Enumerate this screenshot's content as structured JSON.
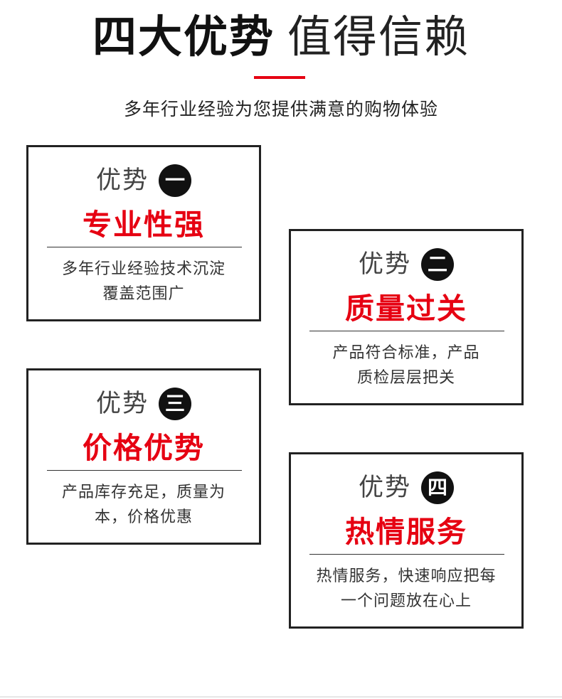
{
  "header": {
    "title_bold": "四大优势",
    "title_light": "值得信赖",
    "subtitle": "多年行业经验为您提供满意的购物体验"
  },
  "cards": [
    {
      "label": "优势",
      "number": "一",
      "title": "专业性强",
      "desc_line1": "多年行业经验技术沉淀",
      "desc_line2": "覆盖范围广"
    },
    {
      "label": "优势",
      "number": "二",
      "title": "质量过关",
      "desc_line1": "产品符合标准，产品",
      "desc_line2": "质检层层把关"
    },
    {
      "label": "优势",
      "number": "三",
      "title": "价格优势",
      "desc_line1": "产品库存充足，质量为",
      "desc_line2": "本，价格优惠"
    },
    {
      "label": "优势",
      "number": "四",
      "title": "热情服务",
      "desc_line1": "热情服务，快速响应把每",
      "desc_line2": "一个问题放在心上"
    }
  ],
  "colors": {
    "accent_red": "#e60012",
    "border_dark": "#222222",
    "badge_black": "#111111"
  }
}
